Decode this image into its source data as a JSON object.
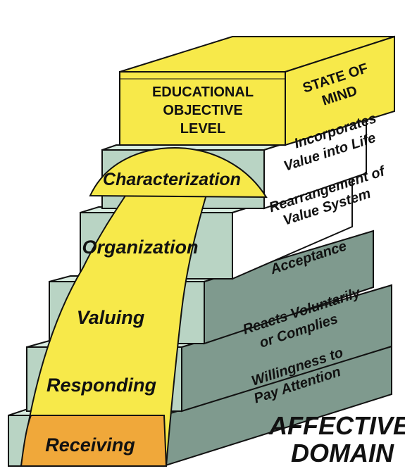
{
  "header": {
    "level_title": [
      "EDUCATIONAL",
      "OBJECTIVE",
      "LEVEL"
    ],
    "state_title": [
      "STATE OF",
      "MIND"
    ]
  },
  "levels": [
    {
      "name": "Receiving",
      "state": [
        "Willingness to",
        "Pay Attention"
      ]
    },
    {
      "name": "Responding",
      "state": [
        "Reacts Voluntarily",
        "or Complies"
      ]
    },
    {
      "name": "Valuing",
      "state": [
        "Acceptance"
      ]
    },
    {
      "name": "Organization",
      "state": [
        "Rearrangement of",
        "Value System"
      ]
    },
    {
      "name": "Characterization",
      "state": [
        "Incorporates",
        "Value into Life"
      ]
    }
  ],
  "domain_title": [
    "AFFECTIVE",
    "DOMAIN"
  ],
  "colors": {
    "front_face": "#b9d4c4",
    "top_face": "#d8ece0",
    "side_face": "#7f9a8e",
    "top_block_side": "#ffffff",
    "yellow": "#f7e94a",
    "orange": "#f0a83a",
    "outline": "#111111"
  }
}
